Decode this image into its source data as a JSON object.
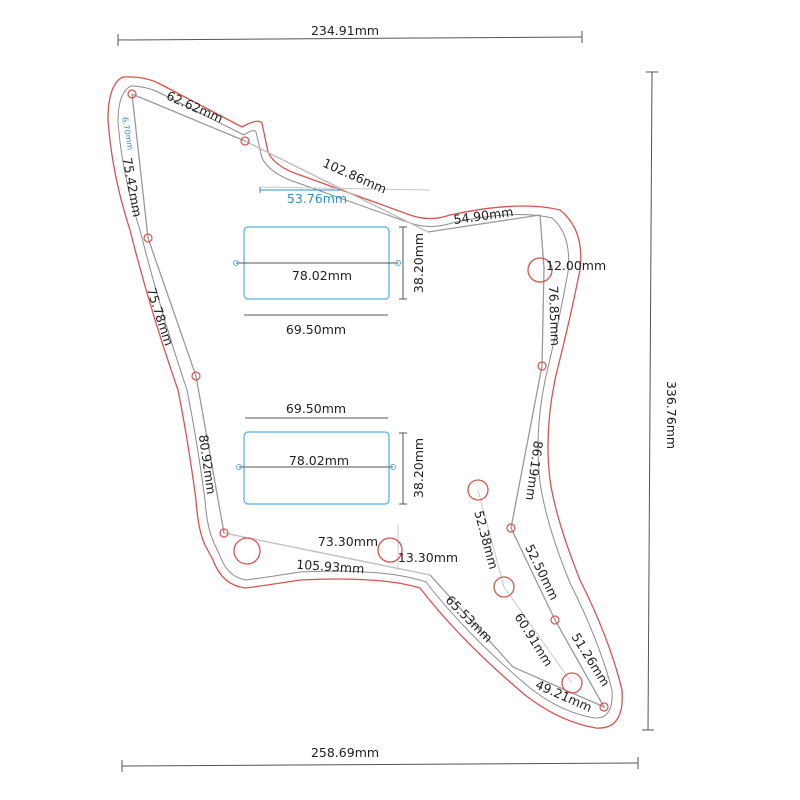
{
  "colors": {
    "outline_red": "#d9534f",
    "inner_grey": "#8c8c8c",
    "pickup_blue": "#5aaee0",
    "label_blue": "#2f8fd0",
    "text": "#222222"
  },
  "dimensions": {
    "top_width": "234.91mm",
    "bottom_width": "258.69mm",
    "height": "336.76mm",
    "top_left_edge": "62.62mm",
    "top_diagonal": "102.86mm",
    "top_offset": "53.76mm",
    "top_right_edge": "54.90mm",
    "hole_diameter": "12.00mm",
    "left_upper_edge": "75.42mm",
    "left_margin": "6.70mm",
    "left_middle_edge": "75.78mm",
    "left_lower_edge": "80.92mm",
    "right_upper_edge": "76.85mm",
    "right_middle_edge": "86.19mm",
    "control_spacing_a": "52.38mm",
    "right_lower_edge": "52.50mm",
    "control_spacing_b": "60.91mm",
    "right_tip_edge": "51.26mm",
    "bottom_tip_edge": "49.21mm",
    "bottom_diagonal": "65.53mm",
    "bottom_left_long": "105.93mm",
    "bottom_control_spacing": "73.30mm",
    "control_hole": "13.30mm"
  },
  "pickups": [
    {
      "inner_length": "78.02mm",
      "width": "69.50mm",
      "height": "38.20mm"
    },
    {
      "inner_length": "78.02mm",
      "width": "69.50mm",
      "height": "38.20mm"
    }
  ]
}
